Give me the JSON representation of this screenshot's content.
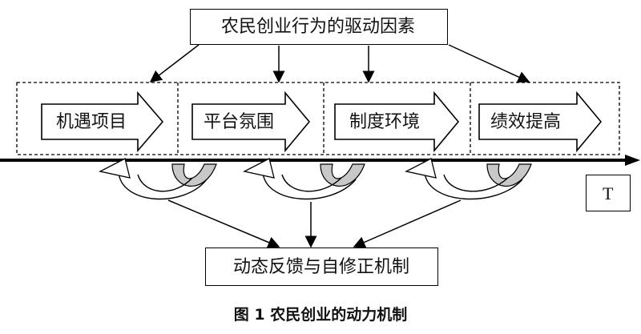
{
  "top_box": {
    "label": "农民创业行为的驱动因素"
  },
  "stages": [
    {
      "label": "机遇项目"
    },
    {
      "label": "平台氛围"
    },
    {
      "label": "制度环境"
    },
    {
      "label": "绩效提高"
    }
  ],
  "bottom_box": {
    "label": "动态反馈与自修正机制"
  },
  "time_box": {
    "label": "T"
  },
  "caption": "图 1 农民创业的动力机制",
  "colors": {
    "stroke": "#000000",
    "feedback_fill": "#c8c8c8",
    "background": "#ffffff"
  }
}
